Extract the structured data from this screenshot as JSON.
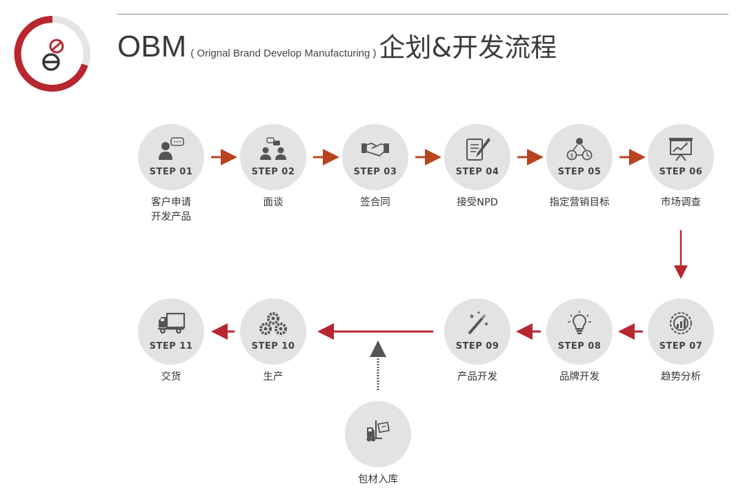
{
  "header": {
    "title_main": "OBM",
    "title_paren": "( Orignal Brand Develop Manufacturing )",
    "title_suffix": "企划&开发流程"
  },
  "colors": {
    "accent": "#b8262f",
    "arrow_orange": "#b8431f",
    "circle_bg": "#e3e3e3",
    "icon": "#555555"
  },
  "steps": [
    {
      "num": "STEP 01",
      "caption": "客户申请\n开发产品",
      "icon": "person-chat-icon"
    },
    {
      "num": "STEP 02",
      "caption": "面谈",
      "icon": "meeting-icon"
    },
    {
      "num": "STEP 03",
      "caption": "签合同",
      "icon": "handshake-icon"
    },
    {
      "num": "STEP 04",
      "caption": "接受NPD",
      "icon": "document-pen-icon"
    },
    {
      "num": "STEP 05",
      "caption": "指定营销目标",
      "icon": "target-network-icon"
    },
    {
      "num": "STEP 06",
      "caption": "市场调查",
      "icon": "presentation-board-icon"
    },
    {
      "num": "STEP 07",
      "caption": "趋势分析",
      "icon": "analysis-chart-icon"
    },
    {
      "num": "STEP 08",
      "caption": "品牌开发",
      "icon": "lightbulb-icon"
    },
    {
      "num": "STEP 09",
      "caption": "产品开发",
      "icon": "magic-wand-icon"
    },
    {
      "num": "STEP 10",
      "caption": "生产",
      "icon": "gears-icon"
    },
    {
      "num": "STEP 11",
      "caption": "交货",
      "icon": "truck-icon"
    }
  ],
  "side_stage": {
    "caption": "包材入库",
    "icon": "forklift-icon"
  }
}
